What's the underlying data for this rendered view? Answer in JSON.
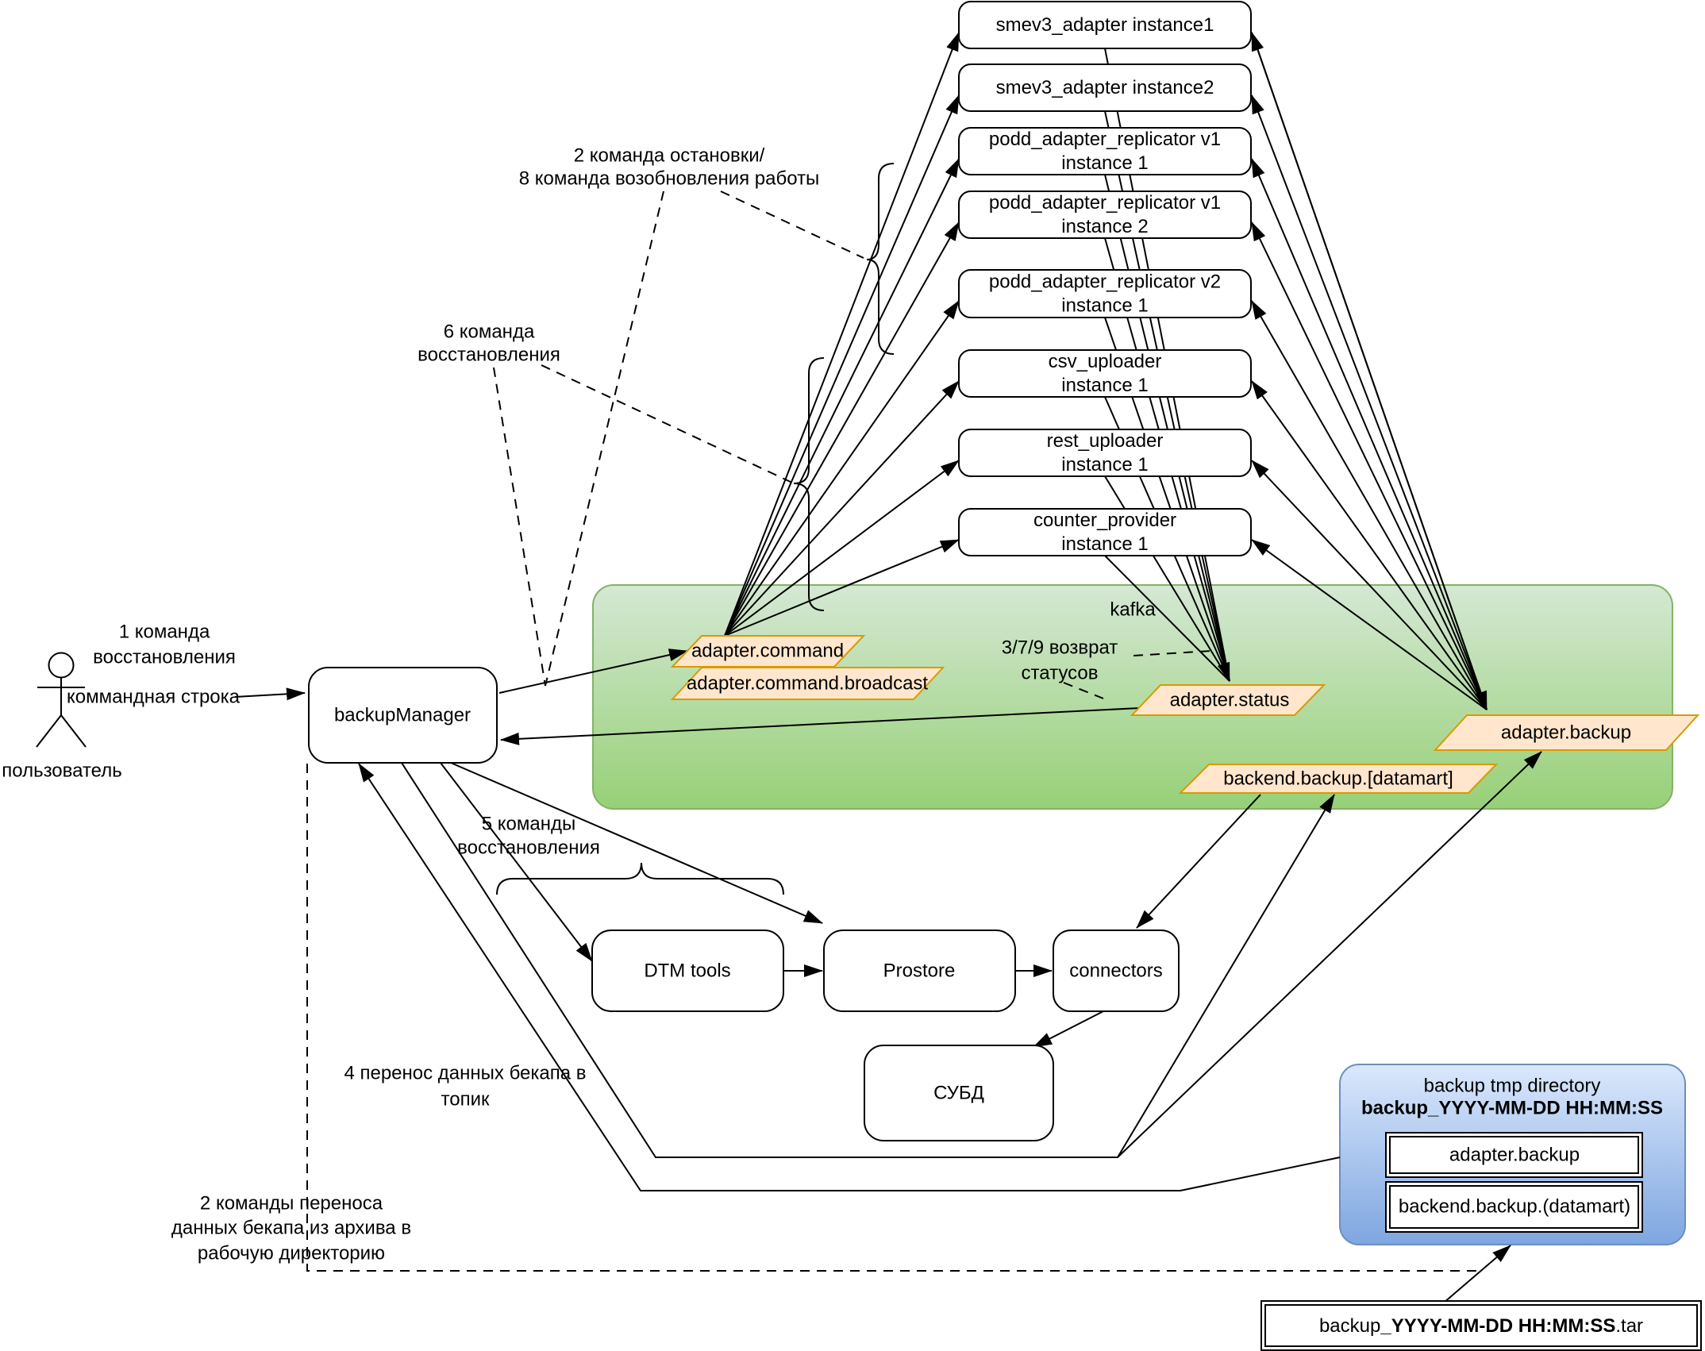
{
  "actor": {
    "label": "пользователь"
  },
  "backup_manager": {
    "label": "backupManager"
  },
  "adapters": [
    [
      "smev3_adapter instance1"
    ],
    [
      "smev3_adapter instance2"
    ],
    [
      "podd_adapter_replicator v1",
      "instance 1"
    ],
    [
      "podd_adapter_replicator v1",
      "instance 2"
    ],
    [
      "podd_adapter_replicator v2",
      "instance 1"
    ],
    [
      "csv_uploader",
      "instance 1"
    ],
    [
      "rest_uploader",
      "instance 1"
    ],
    [
      "counter_provider",
      "instance 1"
    ]
  ],
  "kafka": {
    "label": "kafka",
    "topics": {
      "command": "adapter.command",
      "command_broadcast": "adapter.command.broadcast",
      "status": "adapter.status",
      "backup": "adapter.backup",
      "backend_backup": "backend.backup.[datamart]"
    }
  },
  "pipeline": {
    "dtm_tools": "DTM tools",
    "prostore": "Prostore",
    "connectors": "connectors",
    "dbms": "СУБД"
  },
  "backup_tmp_dir": {
    "title": "backup tmp directory",
    "name_bold": "backup_YYYY-MM-DD HH:MM:SS",
    "files": [
      "adapter.backup",
      "backend.backup.(datamart)"
    ]
  },
  "tar_file": {
    "prefix": "backup",
    "bold": "_YYYY-MM-DD HH:MM:SS",
    "suffix": ".tar"
  },
  "annotations": {
    "restore_cmd_1": [
      "1 команда",
      "восстановления"
    ],
    "command_line": "коммандная строка",
    "stop_resume_cmd_2_8": [
      "2 команда остановки/",
      "8 команда возобновления работы"
    ],
    "restore_cmd_6": [
      "6 команда",
      "восстановления"
    ],
    "restore_cmds_5": [
      "5 команды",
      "восстановления"
    ],
    "transfer_to_topic_4": [
      "4 перенос данных бекапа в",
      "топик"
    ],
    "transfer_from_archive_2": [
      "2 команды переноса",
      "данных бекапа из архива в",
      "рабочую директорию"
    ],
    "status_return_3_7_9": [
      "3/7/9 возврат",
      "статусов"
    ]
  },
  "colors": {
    "line": "#000000",
    "text": "#000000",
    "node_fill": "#FFFFFF",
    "node_stroke": "#000000",
    "kafka_fill_top": "#D5E8D4",
    "kafka_fill_bottom": "#97D077",
    "kafka_stroke": "#82B366",
    "topic_fill": "#FFE6CC",
    "topic_stroke": "#D79B00",
    "dir_fill_top": "#DAE8FC",
    "dir_fill_bottom": "#7EA6E0",
    "dir_stroke": "#6C8EBF"
  }
}
